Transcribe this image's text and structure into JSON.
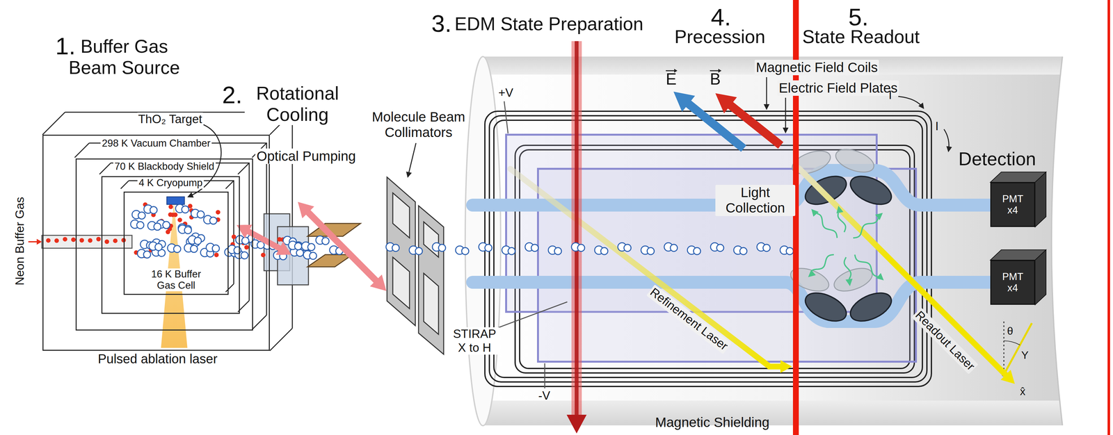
{
  "diagram": {
    "nodes": [
      {
        "text": [
          "298 K Vacuum Chamber"
        ]
      },
      {
        "text": [
          "70 K Blackbody Shield"
        ],
        "in": 0
      },
      {
        "text": [
          "4 K Cryopump"
        ],
        "in": 1
      },
      {
        "text": [
          "16 K Buffer Gas Cell"
        ],
        "in": 2
      },
      {
        "text": [
          "PMT x4"
        ]
      },
      {
        "text": [
          "PMT x4"
        ]
      }
    ],
    "labels": [
      "1.",
      "Buffer Gas Beam Source",
      "ThO₂ Target",
      "Neon Buffer Gas",
      "Pulsed ablation laser",
      "2.",
      "Rotational Cooling",
      "Optical Pumping",
      "Molecule Beam Collimators",
      "3.",
      "EDM State Preparation",
      "+V",
      "-V",
      "STIRAP X to H",
      "4.",
      "Precession",
      "E",
      "B",
      "Magnetic Field Coils",
      "Electric Field Plates",
      "5.",
      "State Readout",
      "Light Collection",
      "Refinement Laser",
      "I",
      "I",
      "Detection",
      "θ",
      "Y",
      "Readout Laser",
      "x̂",
      "Magnetic Shielding"
    ]
  }
}
